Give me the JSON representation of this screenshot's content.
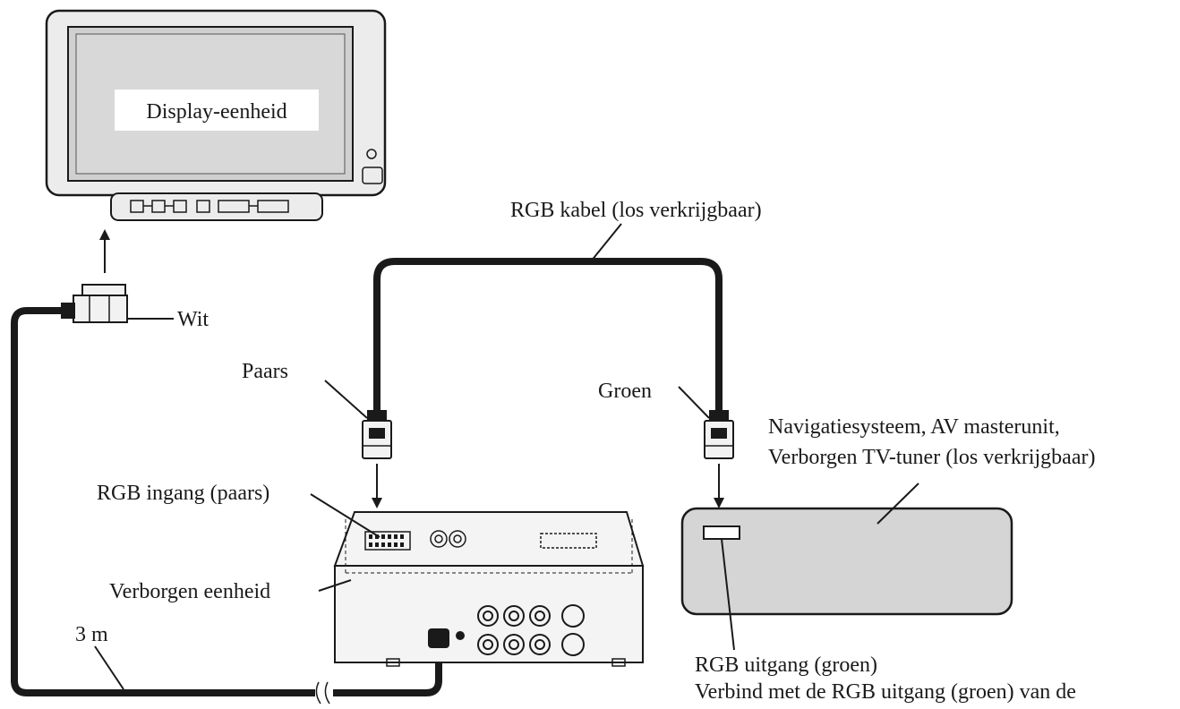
{
  "labels": {
    "display_unit": "Display-eenheid",
    "rgb_cable": "RGB kabel (los verkrijgbaar)",
    "white": "Wit",
    "purple": "Paars",
    "green": "Groen",
    "nav_line1": "Navigatiesysteem, AV masterunit,",
    "nav_line2": "Verborgen TV-tuner (los verkrijgbaar)",
    "rgb_input": "RGB ingang (paars)",
    "hidden_unit": "Verborgen eenheid",
    "cable_length": "3 m",
    "rgb_output": "RGB uitgang (groen)",
    "rgb_output_note": "Verbind met de RGB uitgang (groen) van de"
  },
  "colors": {
    "outline": "#1a1a1a",
    "unit_fill": "#d9d9d9",
    "screen_fill": "#cfcfcf",
    "panel_fill": "#f2f2f2",
    "cable": "#1a1a1a"
  }
}
